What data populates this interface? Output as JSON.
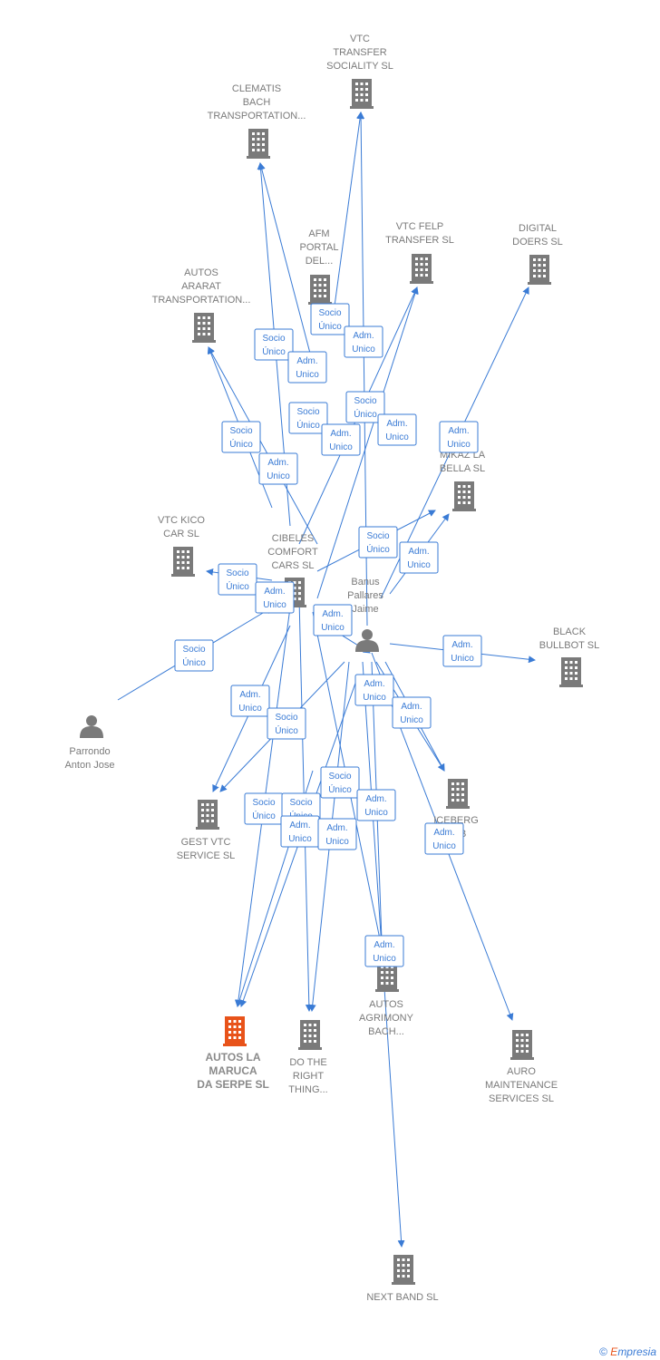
{
  "nodes": [
    {
      "id": "vtc_transfer",
      "type": "company",
      "label": [
        "VTC",
        "TRANSFER",
        "SOCIALITY  SL"
      ],
      "color": "#7a7a7a"
    },
    {
      "id": "clematis",
      "type": "company",
      "label": [
        "CLEMATIS",
        "BACH",
        "TRANSPORTATION..."
      ],
      "color": "#7a7a7a"
    },
    {
      "id": "afm",
      "type": "company",
      "label": [
        "AFM",
        "PORTAL",
        "DEL..."
      ],
      "color": "#7a7a7a"
    },
    {
      "id": "vtc_felp",
      "type": "company",
      "label": [
        "VTC FELP",
        "TRANSFER  SL"
      ],
      "color": "#7a7a7a"
    },
    {
      "id": "digital",
      "type": "company",
      "label": [
        "DIGITAL",
        "DOERS  SL"
      ],
      "color": "#7a7a7a"
    },
    {
      "id": "autos_ararat",
      "type": "company",
      "label": [
        "AUTOS",
        "ARARAT",
        "TRANSPORTATION..."
      ],
      "color": "#7a7a7a"
    },
    {
      "id": "mikaz",
      "type": "company",
      "label": [
        "MIKAZ LA",
        "BELLA  SL"
      ],
      "color": "#7a7a7a"
    },
    {
      "id": "vtc_kico",
      "type": "company",
      "label": [
        "VTC KICO",
        "CAR  SL"
      ],
      "color": "#7a7a7a"
    },
    {
      "id": "cibeles",
      "type": "company",
      "label": [
        "CIBELES",
        "COMFORT",
        "CARS  SL"
      ],
      "color": "#7a7a7a"
    },
    {
      "id": "banus",
      "type": "person",
      "label": [
        "Banus",
        "Pallares",
        "Jaime"
      ],
      "color": "#7a7a7a"
    },
    {
      "id": "black",
      "type": "company",
      "label": [
        "BLACK",
        "BULLBOT  SL"
      ],
      "color": "#7a7a7a"
    },
    {
      "id": "parrondo",
      "type": "person",
      "label": [
        "Parrondo",
        "Anton Jose"
      ],
      "color": "#7a7a7a"
    },
    {
      "id": "gest",
      "type": "company",
      "label": [
        "GEST VTC",
        "SERVICE  SL"
      ],
      "color": "#7a7a7a"
    },
    {
      "id": "iceberg",
      "type": "company",
      "label": [
        "ICEBERG",
        "CAB"
      ],
      "color": "#7a7a7a"
    },
    {
      "id": "autos_agrimony",
      "type": "company",
      "label": [
        "AUTOS",
        "AGRIMONY",
        "BACH..."
      ],
      "color": "#7a7a7a"
    },
    {
      "id": "autos_maruca",
      "type": "company",
      "label": [
        "AUTOS LA",
        "MARUCA",
        "DA SERPE  SL"
      ],
      "color": "#e8531a",
      "focus": true
    },
    {
      "id": "do_the_right",
      "type": "company",
      "label": [
        "DO THE",
        "RIGHT",
        "THING..."
      ],
      "color": "#7a7a7a"
    },
    {
      "id": "auro",
      "type": "company",
      "label": [
        "AURO",
        "MAINTENANCE",
        "SERVICES  SL"
      ],
      "color": "#7a7a7a"
    },
    {
      "id": "next_band",
      "type": "company",
      "label": [
        "NEXT BAND  SL"
      ],
      "color": "#7a7a7a"
    }
  ],
  "edge_labels": [
    [
      "Socio",
      "Único"
    ],
    [
      "Adm.",
      "Unico"
    ],
    [
      "Socio",
      "Único"
    ],
    [
      "Adm.",
      "Unico"
    ],
    [
      "Socio",
      "Único"
    ],
    [
      "Adm.",
      "Unico"
    ],
    [
      "Socio",
      "Único"
    ],
    [
      "Adm.",
      "Unico"
    ],
    [
      "Socio",
      "Único"
    ],
    [
      "Adm.",
      "Unico"
    ],
    [
      "Adm.",
      "Unico"
    ],
    [
      "Socio",
      "Único"
    ],
    [
      "Adm.",
      "Unico"
    ],
    [
      "Socio",
      "Único"
    ],
    [
      "Adm.",
      "Unico"
    ],
    [
      "Adm.",
      "Unico"
    ],
    [
      "Socio",
      "Único"
    ],
    [
      "Adm.",
      "Unico"
    ],
    [
      "Adm.",
      "Unico"
    ],
    [
      "Socio",
      "Único"
    ],
    [
      "Adm.",
      "Unico"
    ],
    [
      "Adm.",
      "Unico"
    ],
    [
      "Socio",
      "Único"
    ],
    [
      "Adm.",
      "Unico"
    ],
    [
      "Socio",
      "Único"
    ],
    [
      "Socio",
      "Único"
    ],
    [
      "Adm.",
      "Unico"
    ],
    [
      "Adm.",
      "Unico"
    ],
    [
      "Adm.",
      "Unico"
    ],
    [
      "Adm.",
      "Unico"
    ]
  ],
  "footer": {
    "copyright": "©",
    "brand_first": "E",
    "brand_rest": "mpresia"
  },
  "colors": {
    "edge": "#3a7bd5",
    "node": "#7a7a7a",
    "focus": "#e8531a"
  }
}
